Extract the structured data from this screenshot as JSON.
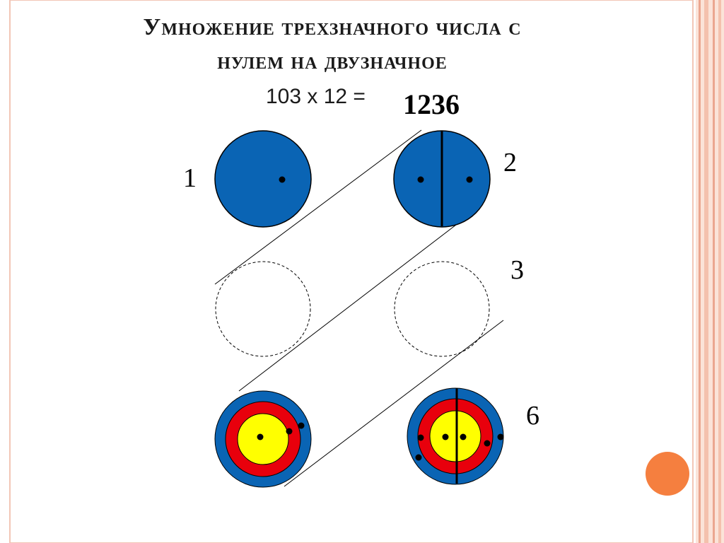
{
  "title": {
    "line1": "Умножение трехзначного числа с",
    "line2": "нулем на двузначное"
  },
  "equation": "103 х 12 =",
  "answer": "1236",
  "labels": {
    "step1": "1",
    "step2": "2",
    "step3": "3",
    "step6": "6"
  },
  "colors": {
    "blue_circle": "#0a64b4",
    "red_ring": "#e8000c",
    "yellow_core": "#ffff00",
    "frame_pink": "#f5c4b0",
    "frame_stripe": "#e8866a",
    "accent_orange": "#f57f3f"
  }
}
